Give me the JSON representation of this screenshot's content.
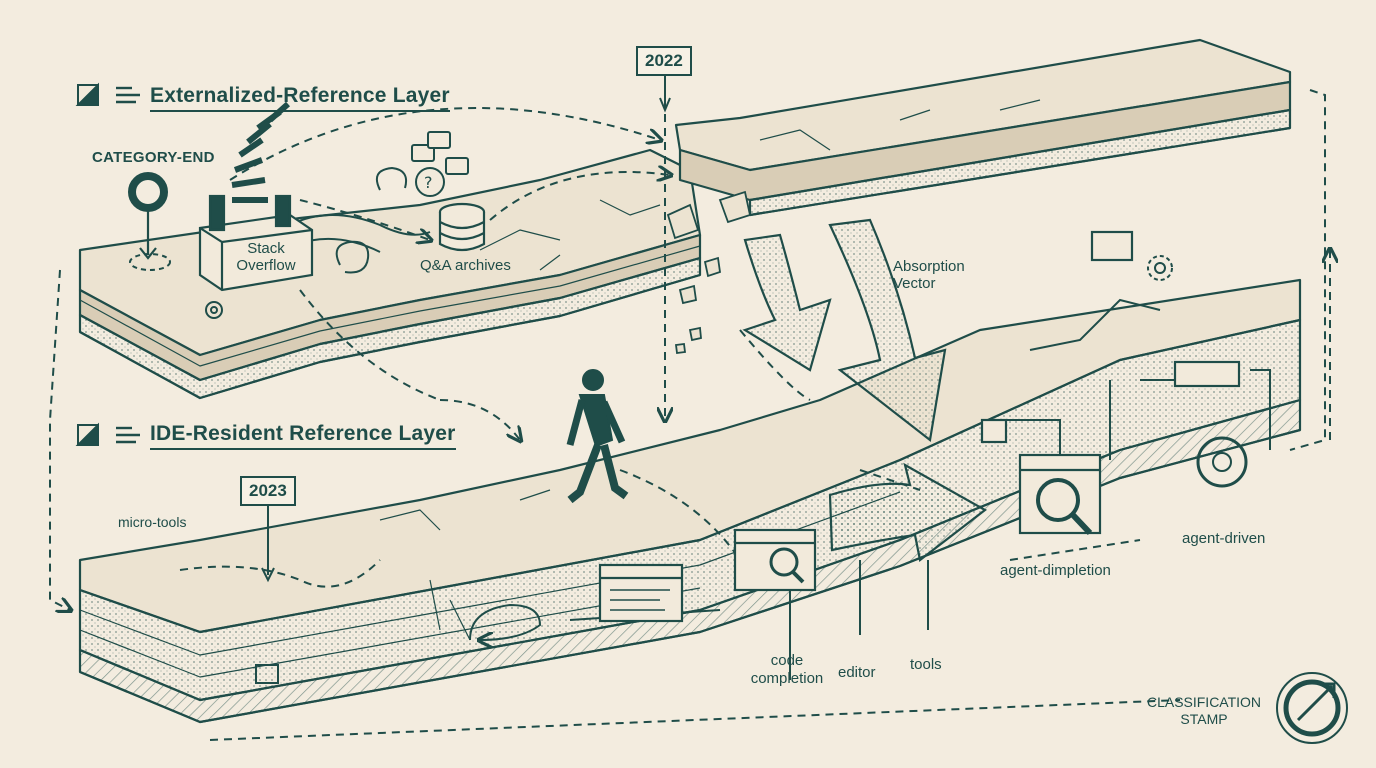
{
  "layers": {
    "upper_title": "Externalized-Reference Layer",
    "lower_title": "IDE-Resident Reference Layer"
  },
  "years": {
    "top": "2022",
    "bottom": "2023"
  },
  "labels": {
    "category_end": "CATEGORY-END",
    "stack": "Stack",
    "overflow": "Overflow",
    "qa_archives": "Q&A archives",
    "absorption_1": "Absorption",
    "absorption_2": "Vector",
    "micro_tools": "micro-tools",
    "code": "code",
    "completion": "completion",
    "editor": "editor",
    "tools": "tools",
    "agent_completion": "agent-dimpletion",
    "agent_driven": "agent-driven",
    "classification_1": "CLASSIFICATION",
    "classification_2": "STAMP"
  },
  "icons": {
    "layer_marker": "layer-swatch-icon",
    "list": "list-lines-icon",
    "donut": "donut-chart-icon",
    "database": "database-icon",
    "chat": "chat-bubble-icon",
    "gear": "gear-icon",
    "magnifier": "magnifier-icon",
    "code_window": "code-window-icon",
    "stamp": "classification-stamp-icon"
  },
  "colors": {
    "ink": "#1f4d49",
    "paper": "#f3ecdf",
    "slab_top": "#ece3d1",
    "slab_side": "#d9cdb6"
  }
}
